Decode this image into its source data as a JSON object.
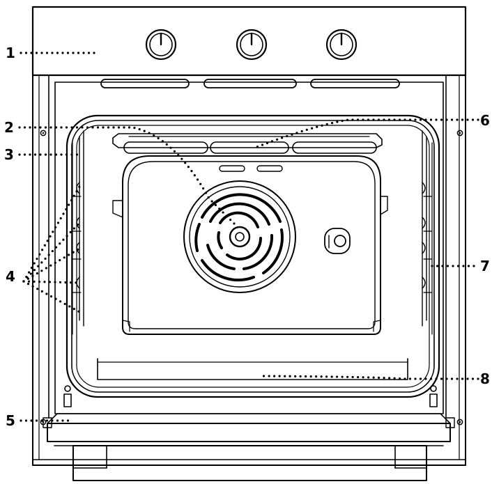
{
  "callouts": [
    {
      "id": "1",
      "label": "1"
    },
    {
      "id": "2",
      "label": "2"
    },
    {
      "id": "3",
      "label": "3"
    },
    {
      "id": "4",
      "label": "4"
    },
    {
      "id": "5",
      "label": "5"
    },
    {
      "id": "6",
      "label": "6"
    },
    {
      "id": "7",
      "label": "7"
    },
    {
      "id": "8",
      "label": "8"
    }
  ],
  "controls": {
    "knobs": [
      {
        "icon": "control-knob-icon"
      },
      {
        "icon": "control-knob-icon"
      },
      {
        "icon": "control-knob-icon"
      }
    ]
  }
}
